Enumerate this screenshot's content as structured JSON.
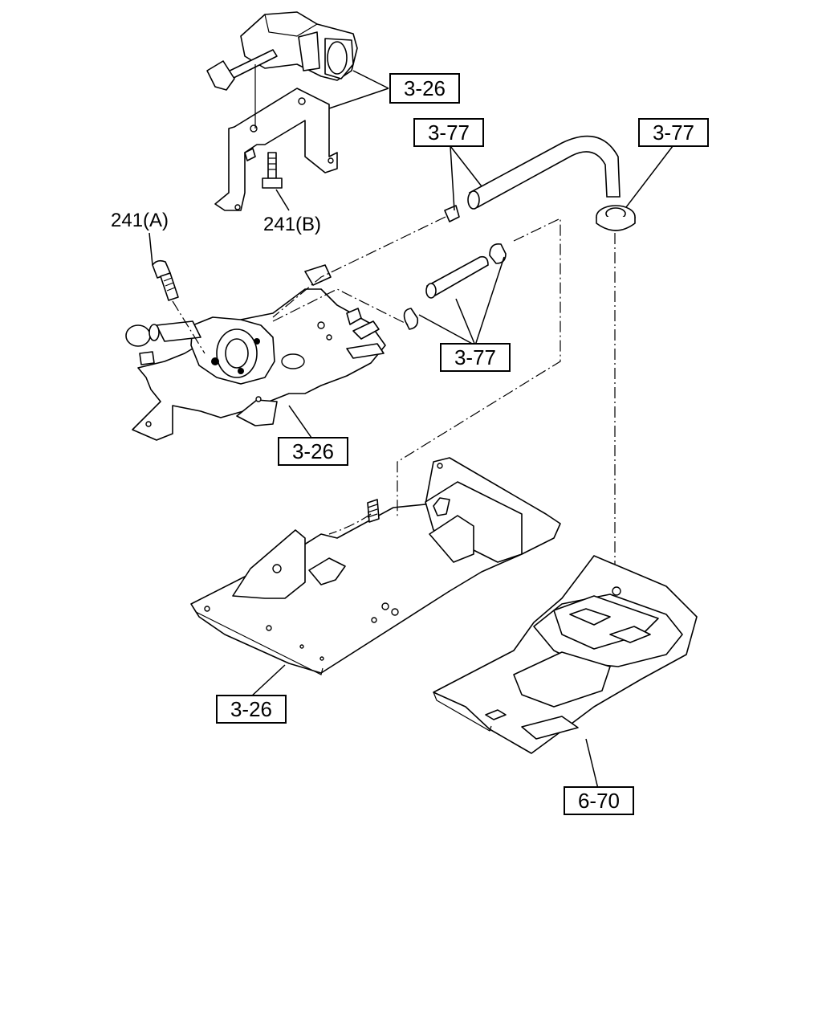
{
  "callouts": {
    "top_bracket": "3-26",
    "hose_top_left": "3-77",
    "hose_top_right": "3-77",
    "hose_middle": "3-77",
    "mid_bracket": "3-26",
    "bottom_plate": "3-26",
    "floor_cover": "6-70"
  },
  "labels": {
    "bolt_a": "241(A)",
    "bolt_b": "241(B)"
  }
}
